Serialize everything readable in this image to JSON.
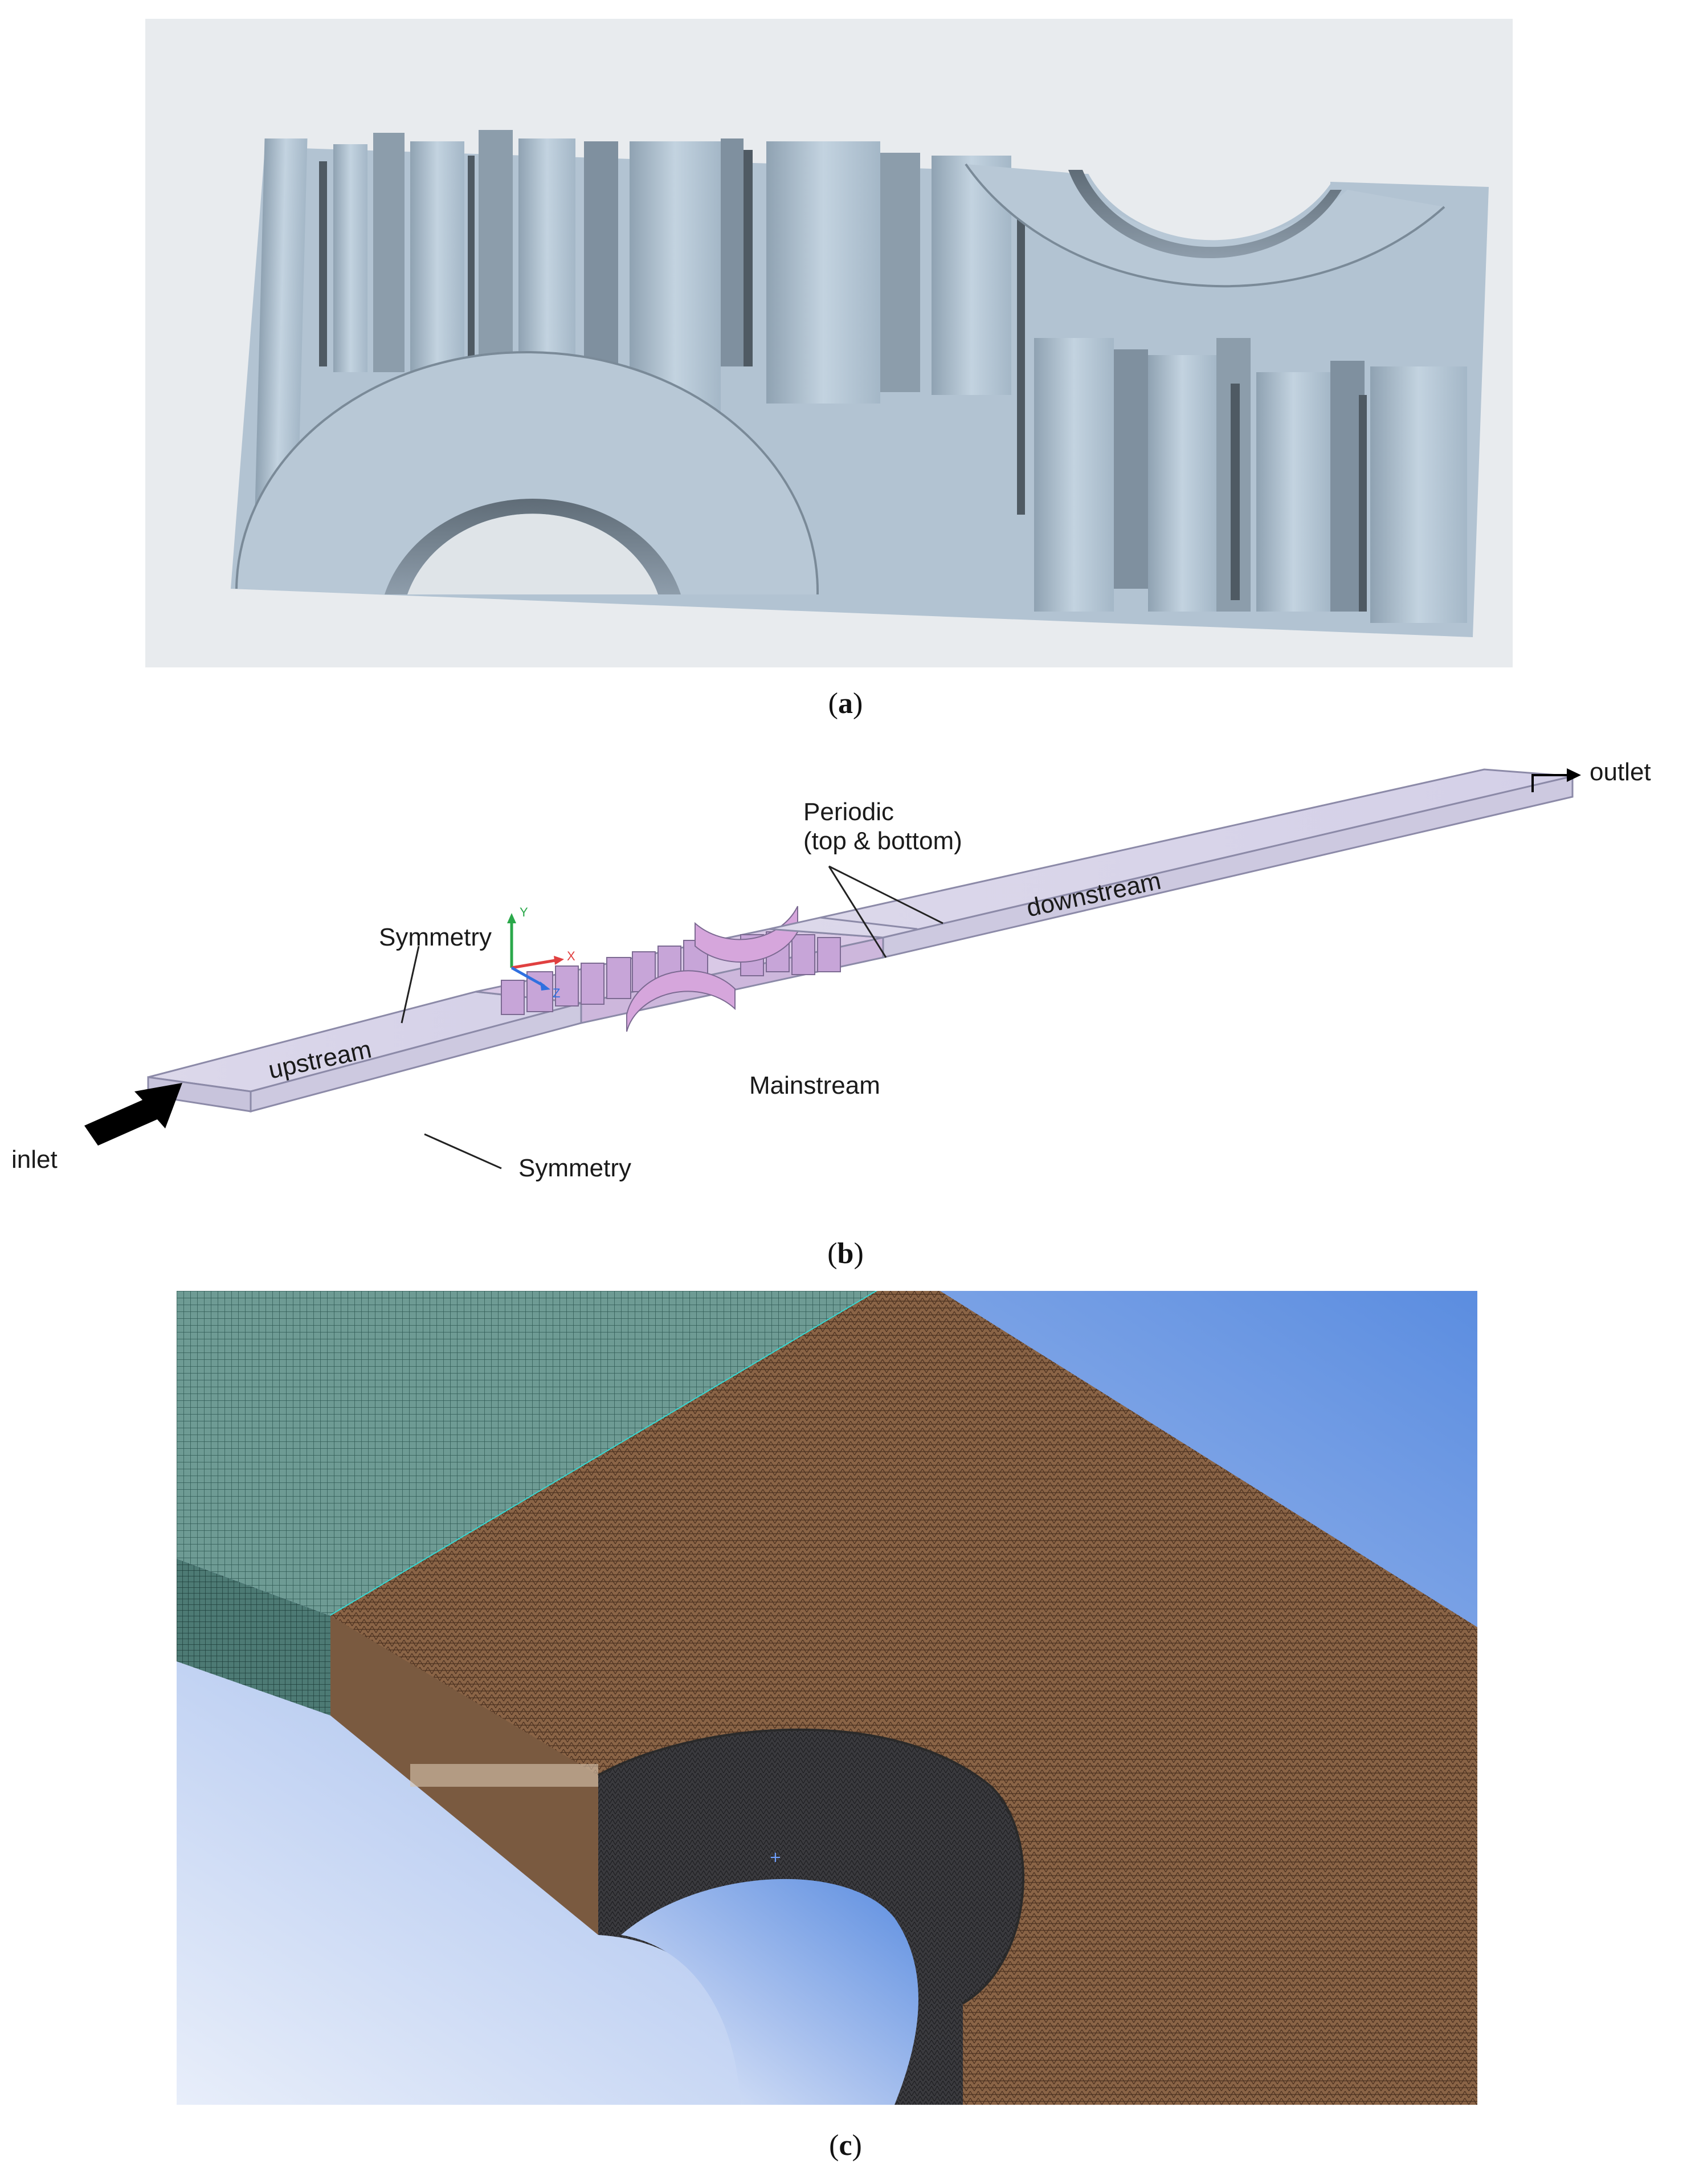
{
  "panels": [
    {
      "id": "a",
      "caption": "a"
    },
    {
      "id": "b",
      "caption": "b"
    },
    {
      "id": "c",
      "caption": "c"
    }
  ],
  "diagram_b": {
    "labels": {
      "periodic_line1": "Periodic",
      "periodic_line2": "(top & bottom)",
      "outlet": "outlet",
      "symmetry_top": "Symmetry",
      "downstream": "downstream",
      "upstream": "upstream",
      "mainstream": "Mainstream",
      "inlet": "inlet",
      "symmetry_bottom": "Symmetry"
    },
    "axes": {
      "y": "Y",
      "x": "X",
      "z": "Z"
    }
  }
}
